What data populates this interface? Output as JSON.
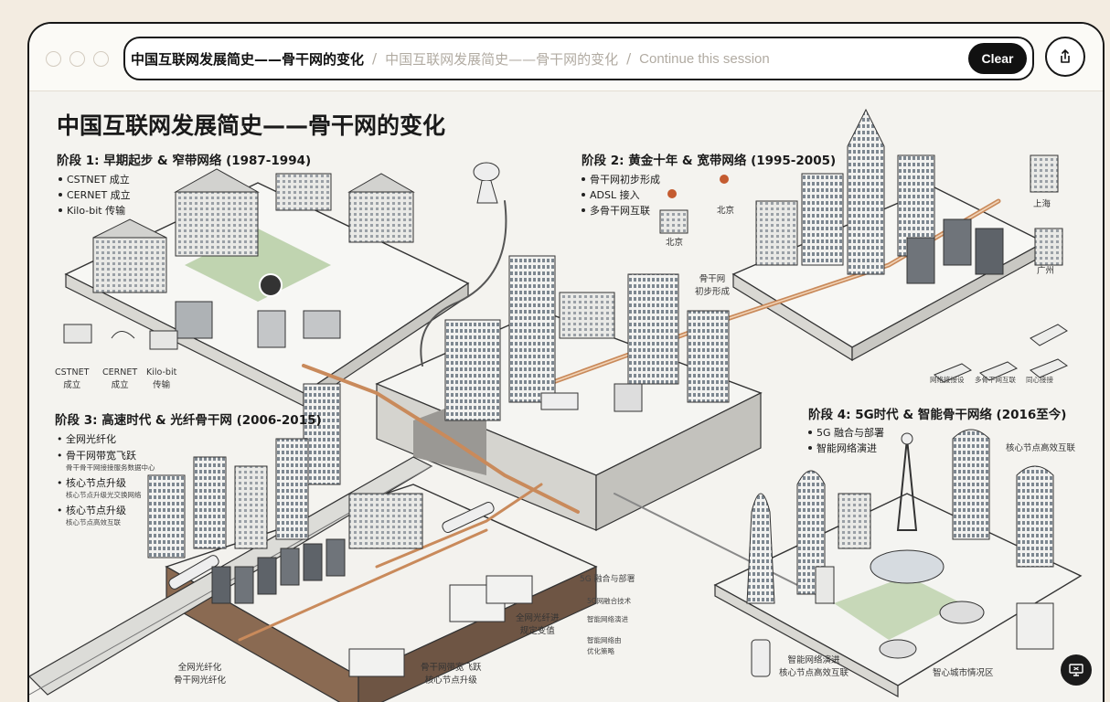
{
  "breadcrumb": {
    "active": "中国互联网发展简史——骨干网的变化",
    "previous": "中国互联网发展简史——骨干网的变化",
    "continue": "Continue this session"
  },
  "toolbar": {
    "clear_label": "Clear"
  },
  "icons": {
    "share": "share-icon",
    "screen": "screen-icon"
  },
  "colors": {
    "accent": "#111111",
    "fiber": "#c98a5b",
    "green": "#7fa66a"
  },
  "illustration": {
    "title": "中国互联网发展简史——骨干网的变化",
    "stage1": {
      "heading": "阶段 1: 早期起步 & 窄带网络 (1987-1994)",
      "items": [
        "CSTNET 成立",
        "CERNET 成立",
        "Kilo-bit 传输"
      ],
      "icon_labels": [
        {
          "line1": "CSTNET",
          "line2": "成立"
        },
        {
          "line1": "CERNET",
          "line2": "成立"
        },
        {
          "line1": "Kilo-bit",
          "line2": "传输"
        }
      ]
    },
    "stage2": {
      "heading": "阶段 2: 黄金十年 & 宽带网络 (1995-2005)",
      "items": [
        "骨干网初步形成",
        "ADSL 接入",
        "多骨干网互联"
      ],
      "cities": [
        "北京",
        "北京",
        "上海",
        "广州"
      ],
      "center_label": {
        "line1": "骨干网",
        "line2": "初步形成"
      },
      "device_labels": [
        "网络接接设",
        "多骨干网互联",
        "同心接接"
      ]
    },
    "stage3": {
      "heading": "阶段 3: 高速时代 & 光纤骨干网 (2006-2015)",
      "items": [
        {
          "main": "全网光纤化",
          "sub": ""
        },
        {
          "main": "骨干网带宽飞跃",
          "sub": "骨干骨干网接接服务数据中心"
        },
        {
          "main": "核心节点升级",
          "sub": "核心节点升级光交换网络"
        },
        {
          "main": "核心节点升级",
          "sub": "核心节点高效互联"
        }
      ],
      "bottom_labels": [
        {
          "line1": "全网光纤化",
          "line2": "骨干网光纤化"
        },
        {
          "line1": "骨干网带宽飞跃",
          "line2": "核心节点升级"
        },
        {
          "line1": "全网光纤进",
          "line2": "规定变值"
        }
      ]
    },
    "stage4": {
      "heading": "阶段 4: 5G时代 & 智能骨干网络 (2016至今)",
      "items": [
        "5G 融合与部署",
        "智能网络演进"
      ],
      "right_label": "核心节点高效互联",
      "left_labels": [
        "5G 融合与部署",
        "5G网融合技术",
        "智能网络演进",
        "智能网络由",
        "优化策略"
      ],
      "bottom_labels": [
        {
          "line1": "智能网络演进",
          "line2": "核心节点高效互联"
        },
        {
          "line1": "智心城市情况区",
          "line2": ""
        }
      ]
    }
  }
}
